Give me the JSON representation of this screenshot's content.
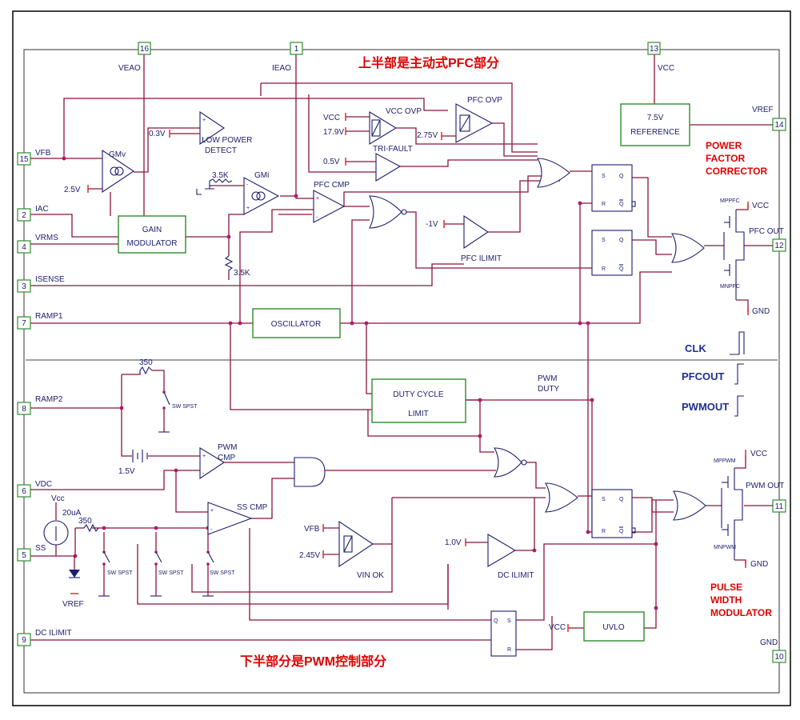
{
  "titles": {
    "upper": "上半部是主动式PFC部分",
    "lower": "下半部分是PWM控制部分"
  },
  "pins": [
    {
      "num": "16",
      "name": "VEAO"
    },
    {
      "num": "1",
      "name": "IEAO"
    },
    {
      "num": "13",
      "name": "VCC"
    },
    {
      "num": "14",
      "name": "VREF"
    },
    {
      "num": "15",
      "name": "VFB"
    },
    {
      "num": "2",
      "name": "IAC"
    },
    {
      "num": "4",
      "name": "VRMS"
    },
    {
      "num": "3",
      "name": "ISENSE"
    },
    {
      "num": "7",
      "name": "RAMP1"
    },
    {
      "num": "8",
      "name": "RAMP2"
    },
    {
      "num": "6",
      "name": "VDC"
    },
    {
      "num": "5",
      "name": "SS"
    },
    {
      "num": "9",
      "name": "DC ILIMIT"
    },
    {
      "num": "12",
      "name": "PFC OUT"
    },
    {
      "num": "11",
      "name": "PWM OUT"
    },
    {
      "num": "10",
      "name": "GND"
    }
  ],
  "blocks": {
    "gain_modulator": [
      "GAIN",
      "MODULATOR"
    ],
    "oscillator": "OSCILLATOR",
    "reference": [
      "7.5V",
      "REFERENCE"
    ],
    "duty_cycle": [
      "DUTY CYCLE",
      "LIMIT"
    ],
    "uvlo": "UVLO"
  },
  "labels": {
    "gmv": "GMv",
    "gmi": "GMi",
    "low_power": [
      "LOW POWER",
      "DETECT"
    ],
    "v03": "0.3V",
    "v25": "2.5V",
    "r35k_top": "3.5K",
    "r35k_bot": "3.5K",
    "vcc_ovp": "VCC OVP",
    "pfc_ovp": "PFC OVP",
    "vcc": "VCC",
    "v179": "17.9V",
    "v275": "2.75V",
    "tri_fault": "TRI-FAULT",
    "v05": "0.5V",
    "pfc_cmp": "PFC CMP",
    "neg1v": "-1V",
    "pfc_ilimit": "PFC ILIMIT",
    "power_factor": [
      "POWER",
      "FACTOR",
      "CORRECTOR"
    ],
    "mppfc": "MPPFC",
    "mnpfc": "MNPFC",
    "vcc_out": "VCC",
    "gnd_out": "GND",
    "clk": "CLK",
    "pfcout": "PFCOUT",
    "pwmout": "PWMOUT",
    "r350": "350",
    "sw_spst": "SW SPST",
    "v15": "1.5V",
    "pwm_cmp": [
      "PWM",
      "CMP"
    ],
    "pwm_duty": [
      "PWM",
      "DUTY"
    ],
    "ss_cmp": "SS CMP",
    "vcc_src": "Vcc",
    "i20ua": "20uA",
    "r350b": "350",
    "vref_low": "VREF",
    "vfb_in": "VFB",
    "v245": "2.45V",
    "vin_ok": "VIN OK",
    "v10": "1.0V",
    "dc_ilimit": "DC ILIMIT",
    "vcc_uvlo": "VCC",
    "pulse_width": [
      "PULSE",
      "WIDTH",
      "MODULATOR"
    ],
    "mppwm": "MPPWM",
    "mnpwm": "MNPWM",
    "vcc_out2": "VCC",
    "gnd_out2": "GND",
    "ff_s": "S",
    "ff_r": "R",
    "ff_q": "Q",
    "ff_qb": "Q"
  }
}
